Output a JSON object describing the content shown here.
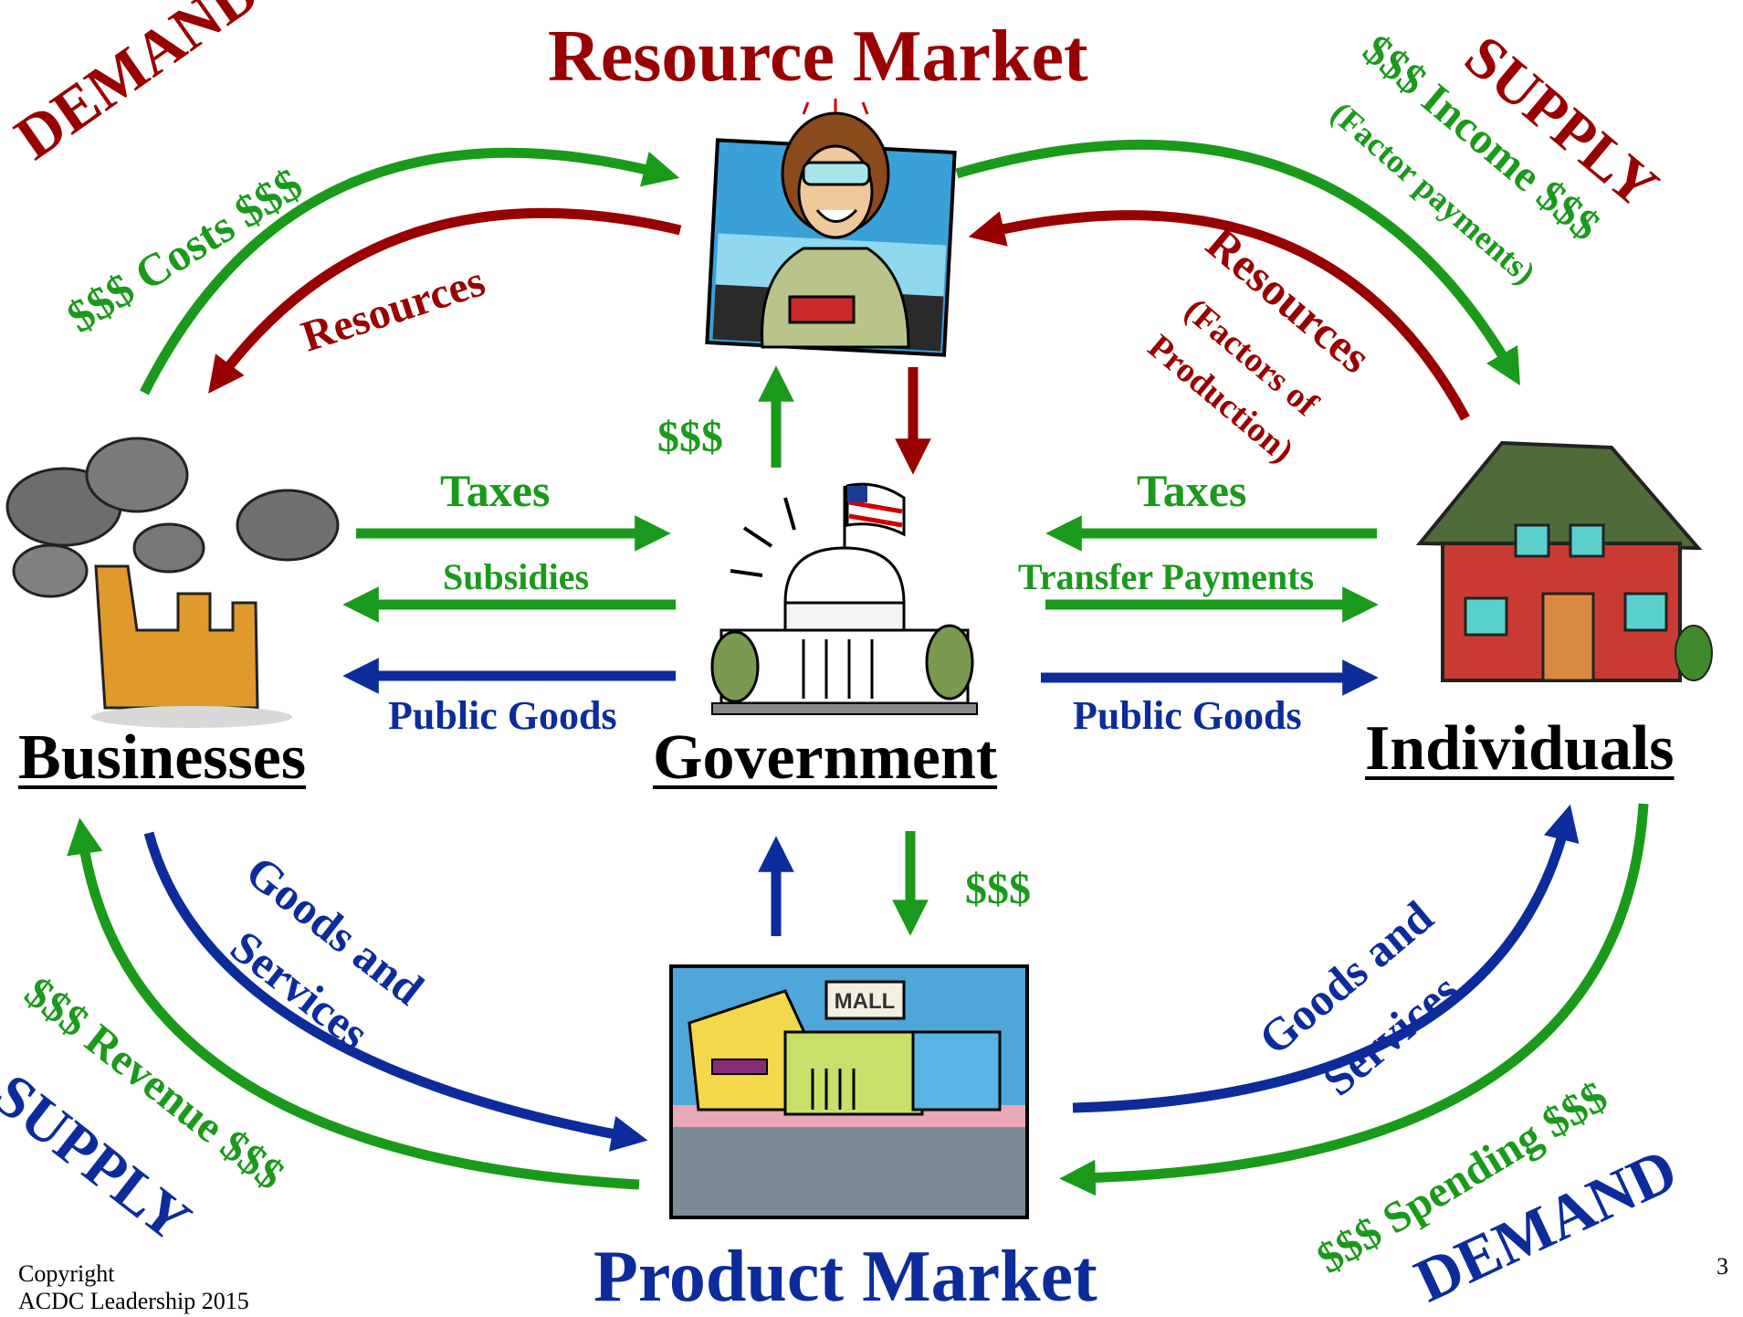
{
  "markets": {
    "resource": "Resource Market",
    "product": "Product Market"
  },
  "nodes": {
    "businesses": "Businesses",
    "government": "Government",
    "individuals": "Individuals"
  },
  "flows": {
    "demand_top_left": "DEMAND",
    "costs": "$$$ Costs $$$",
    "resources_left": "Resources",
    "supply_top_right": "SUPPLY",
    "income": "$$$ Income $$$",
    "factor_payments": "(Factor payments)",
    "resources_right": "Resources",
    "factors_of_production_1": "(Factors of",
    "factors_of_production_2": "Production)",
    "gov_money_up": "$$$",
    "gov_money_down": "$$$",
    "taxes_left": "Taxes",
    "subsidies": "Subsidies",
    "public_goods_left": "Public Goods",
    "taxes_right": "Taxes",
    "transfer_payments": "Transfer Payments",
    "public_goods_right": "Public Goods",
    "goods_services_left_1": "Goods and",
    "goods_services_left_2": "Services",
    "revenue": "$$$ Revenue $$$",
    "supply_bottom_left": "SUPPLY",
    "goods_services_right_1": "Goods and",
    "goods_services_right_2": "Services",
    "spending": "$$$ Spending $$$",
    "demand_bottom_right": "DEMAND"
  },
  "footer": {
    "copyright_1": "Copyright",
    "copyright_2": "ACDC Leadership 2015",
    "page_number": "3"
  },
  "icons": [
    "scientist-worker-icon",
    "factory-smoke-icon",
    "capitol-building-icon",
    "house-icon",
    "shopping-mall-icon"
  ],
  "colors": {
    "money_flow": "#1a9a1a",
    "resource_flow": "#990000",
    "goods_flow": "#0c2c9c"
  }
}
